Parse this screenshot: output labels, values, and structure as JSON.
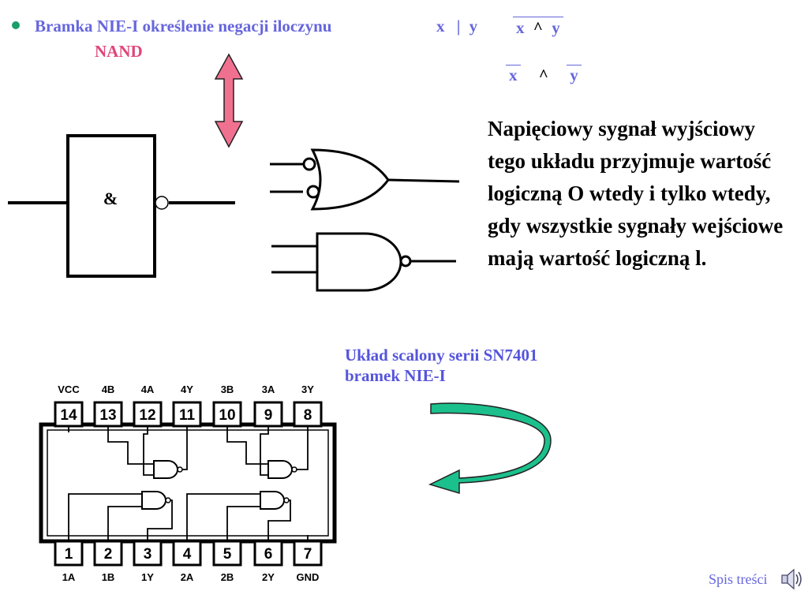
{
  "header": {
    "title": "Bramka NIE-I określenie negacji iloczynu",
    "subtitle": "NAND",
    "expr_xy": {
      "x": "x",
      "bar": "|",
      "y": "y"
    },
    "expr_neg_and": {
      "x": "x",
      "op": "^",
      "y": "y"
    },
    "expr_and_neg": {
      "x": "x",
      "op": "^",
      "y": "y"
    }
  },
  "symbol": {
    "label": "&"
  },
  "description": "Napięciowy sygnał wyjściowy tego układu przyjmuje wartość logiczną O wtedy i tylko wtedy, gdy wszystkie sygnały wejściowe mają wartość logiczną l.",
  "ic": {
    "caption_line1": "Układ scalony serii SN7401",
    "caption_line2": "bramek NIE-I",
    "top_pins": [
      {
        "num": "14",
        "label": "VCC"
      },
      {
        "num": "13",
        "label": "4B"
      },
      {
        "num": "12",
        "label": "4A"
      },
      {
        "num": "11",
        "label": "4Y"
      },
      {
        "num": "10",
        "label": "3B"
      },
      {
        "num": "9",
        "label": "3A"
      },
      {
        "num": "8",
        "label": "3Y"
      }
    ],
    "bottom_pins": [
      {
        "num": "1",
        "label": "1A"
      },
      {
        "num": "2",
        "label": "1B"
      },
      {
        "num": "3",
        "label": "1Y"
      },
      {
        "num": "4",
        "label": "2A"
      },
      {
        "num": "5",
        "label": "2B"
      },
      {
        "num": "6",
        "label": "2Y"
      },
      {
        "num": "7",
        "label": "GND"
      }
    ]
  },
  "footer": {
    "link": "Spis treści",
    "icon": "speaker-icon"
  },
  "colors": {
    "title": "#6666dd",
    "nand": "#e0457a",
    "arrow_pink": "#f07090",
    "arrow_teal": "#1cc08c",
    "bullet": "#1a9e6a"
  }
}
